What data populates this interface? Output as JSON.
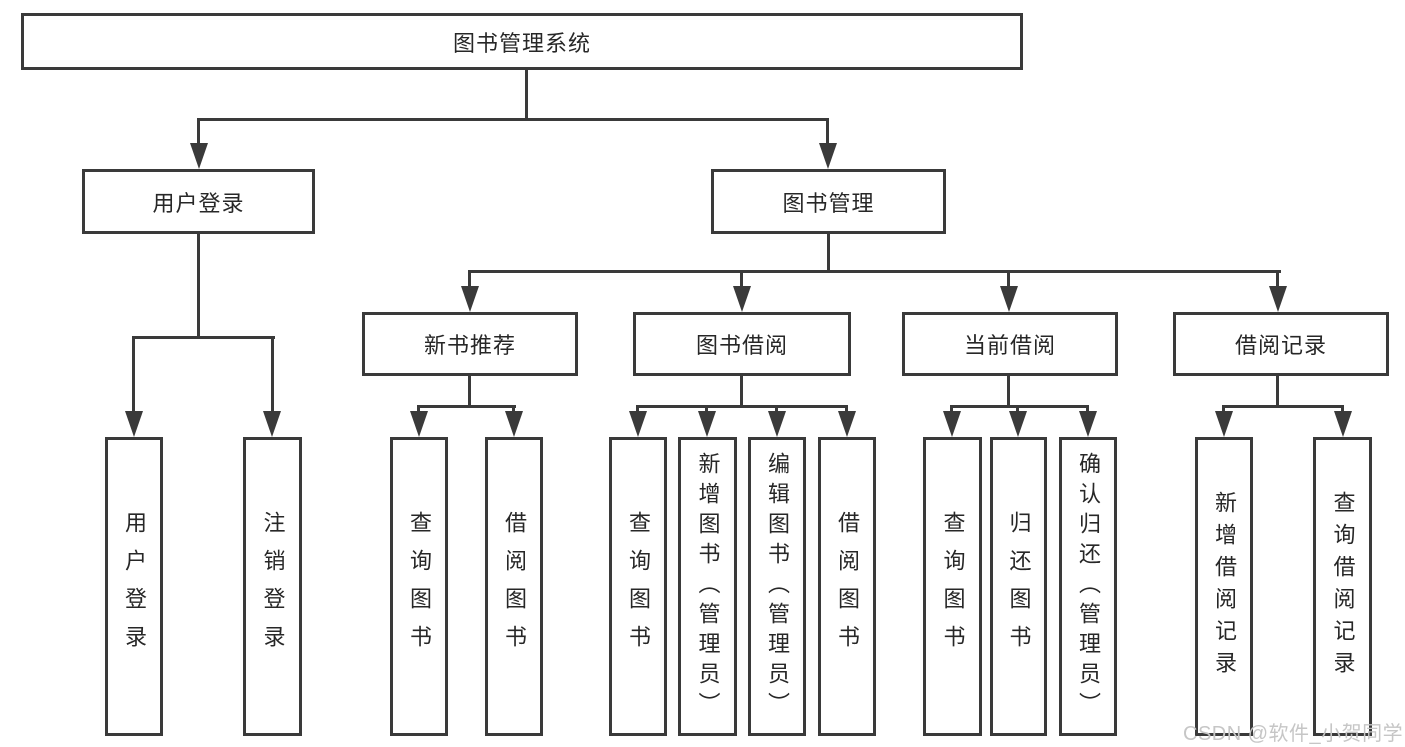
{
  "diagram": {
    "root": {
      "label": "图书管理系统"
    },
    "branches": [
      {
        "label": "用户登录",
        "children": [
          {
            "label": "用户登录"
          },
          {
            "label": "注销登录"
          }
        ]
      },
      {
        "label": "图书管理",
        "children": [
          {
            "label": "新书推荐",
            "children": [
              {
                "label": "查询图书"
              },
              {
                "label": "借阅图书"
              }
            ]
          },
          {
            "label": "图书借阅",
            "children": [
              {
                "label": "查询图书"
              },
              {
                "label": "新增图书（管理员）"
              },
              {
                "label": "编辑图书（管理员）"
              },
              {
                "label": "借阅图书"
              }
            ]
          },
          {
            "label": "当前借阅",
            "children": [
              {
                "label": "查询图书"
              },
              {
                "label": "归还图书"
              },
              {
                "label": "确认归还（管理员）"
              }
            ]
          },
          {
            "label": "借阅记录",
            "children": [
              {
                "label": "新增借阅记录"
              },
              {
                "label": "查询借阅记录"
              }
            ]
          }
        ]
      }
    ]
  },
  "watermark": {
    "text": "CSDN @软件_小贺同学"
  },
  "colors": {
    "line": "#3a3a3a",
    "text": "#272727",
    "background": "#ffffff",
    "watermark": "#c6c6c6"
  }
}
